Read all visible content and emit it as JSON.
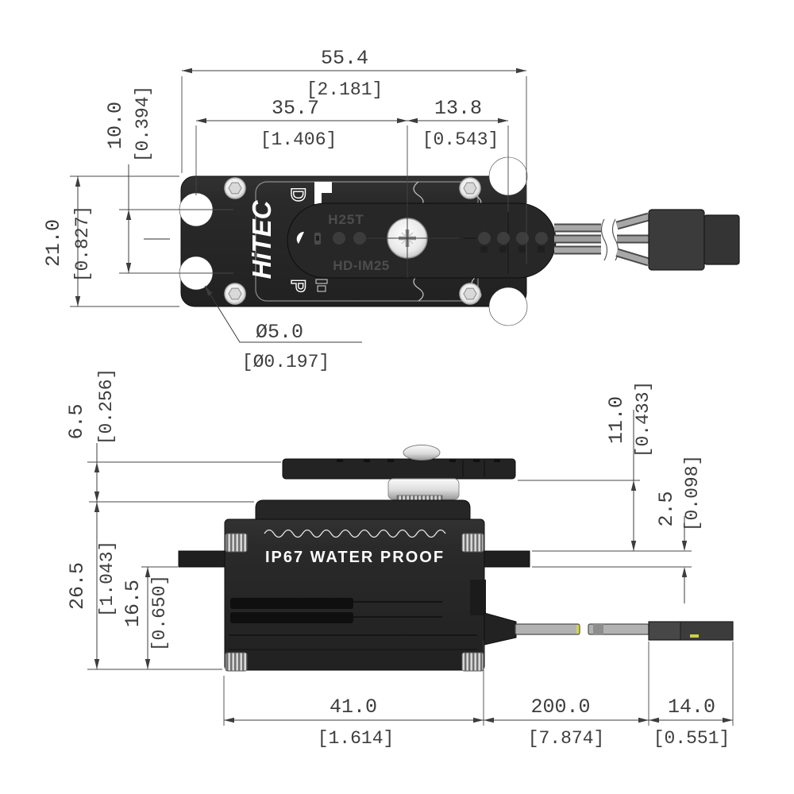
{
  "product": {
    "brand": "HiTEC",
    "emblem_top": "D",
    "emblem_bottom": "P",
    "horn_code": "H25T",
    "model": "HD-IM25",
    "waterproof_label": "IP67 WATER PROOF"
  },
  "top_view": {
    "overall_width": {
      "mm": "55.4",
      "inch": "[2.181]"
    },
    "hole_to_spline": {
      "mm": "35.7",
      "inch": "[1.406]"
    },
    "spline_to_notch": {
      "mm": "13.8",
      "inch": "[0.543]"
    },
    "hole_pitch": {
      "mm": "10.0",
      "inch": "[0.394]"
    },
    "body_width": {
      "mm": "21.0",
      "inch": "[0.827]"
    },
    "hole_diameter": {
      "mm": "Ø5.0",
      "inch": "[Ø0.197]"
    }
  },
  "side_view": {
    "horn_height": {
      "mm": "6.5",
      "inch": "[0.256]"
    },
    "case_height": {
      "mm": "26.5",
      "inch": "[1.043]"
    },
    "lower_height": {
      "mm": "16.5",
      "inch": "[0.650]"
    },
    "horn_to_tab": {
      "mm": "11.0",
      "inch": "[0.433]"
    },
    "tab_thickness": {
      "mm": "2.5",
      "inch": "[0.098]"
    },
    "body_length": {
      "mm": "41.0",
      "inch": "[1.614]"
    },
    "cable_length": {
      "mm": "200.0",
      "inch": "[7.874]"
    },
    "connector_length": {
      "mm": "14.0",
      "inch": "[0.551]"
    }
  }
}
